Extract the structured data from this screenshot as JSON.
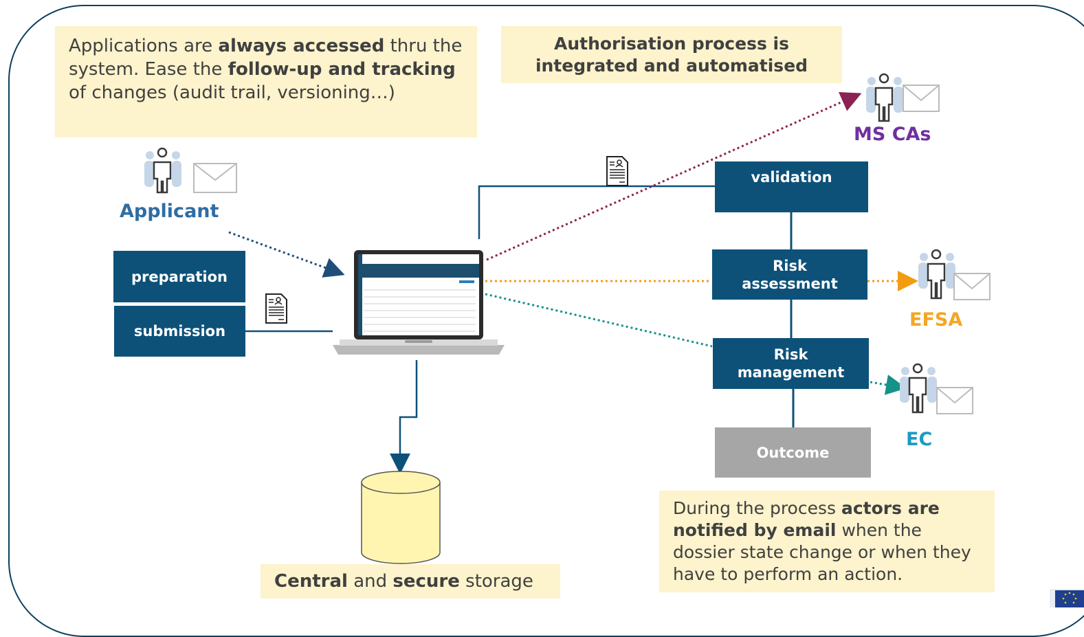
{
  "notes": {
    "top_left": {
      "p1": "Applications are ",
      "b1": "always accessed",
      "p2": " thru the system. Ease the ",
      "b2": "follow-up and tracking",
      "p3": " of changes (audit trail, versioning…)"
    },
    "top_mid": {
      "line1": "Authorisation process is",
      "line2": "integrated and automatised"
    },
    "bottom_right": {
      "p1": "During the process ",
      "b1": "actors are notified by email",
      "p2": " when the dossier state change or when they have to perform an action."
    },
    "storage": {
      "b1": "Central",
      "p1": " and ",
      "b2": "secure",
      "p2": " storage"
    }
  },
  "steps": {
    "preparation": "preparation",
    "submission": "submission",
    "validation": "validation",
    "risk_assessment_1": "Risk",
    "risk_assessment_2": "assessment",
    "risk_management_1": "Risk",
    "risk_management_2": "management",
    "outcome": "Outcome"
  },
  "actors": {
    "applicant": "Applicant",
    "ms_cas": "MS CAs",
    "efsa": "EFSA",
    "ec": "EC"
  },
  "colors": {
    "box": "#0d5179",
    "outcome": "#a6a6a6",
    "note_bg": "#fdf3cc",
    "applicant": "#2e6da4",
    "ms_cas": "#7030a0",
    "efsa": "#f5a623",
    "ec": "#1a9bc4",
    "arrow_applicant": "#1f4e79",
    "arrow_ms": "#8b2252",
    "arrow_efsa": "#f39c12",
    "arrow_ec": "#15928a",
    "frame": "#0b3f5e"
  },
  "icons": [
    "person-icon",
    "envelope-icon",
    "document-icon",
    "laptop-icon",
    "database-icon",
    "eu-flag-icon"
  ]
}
